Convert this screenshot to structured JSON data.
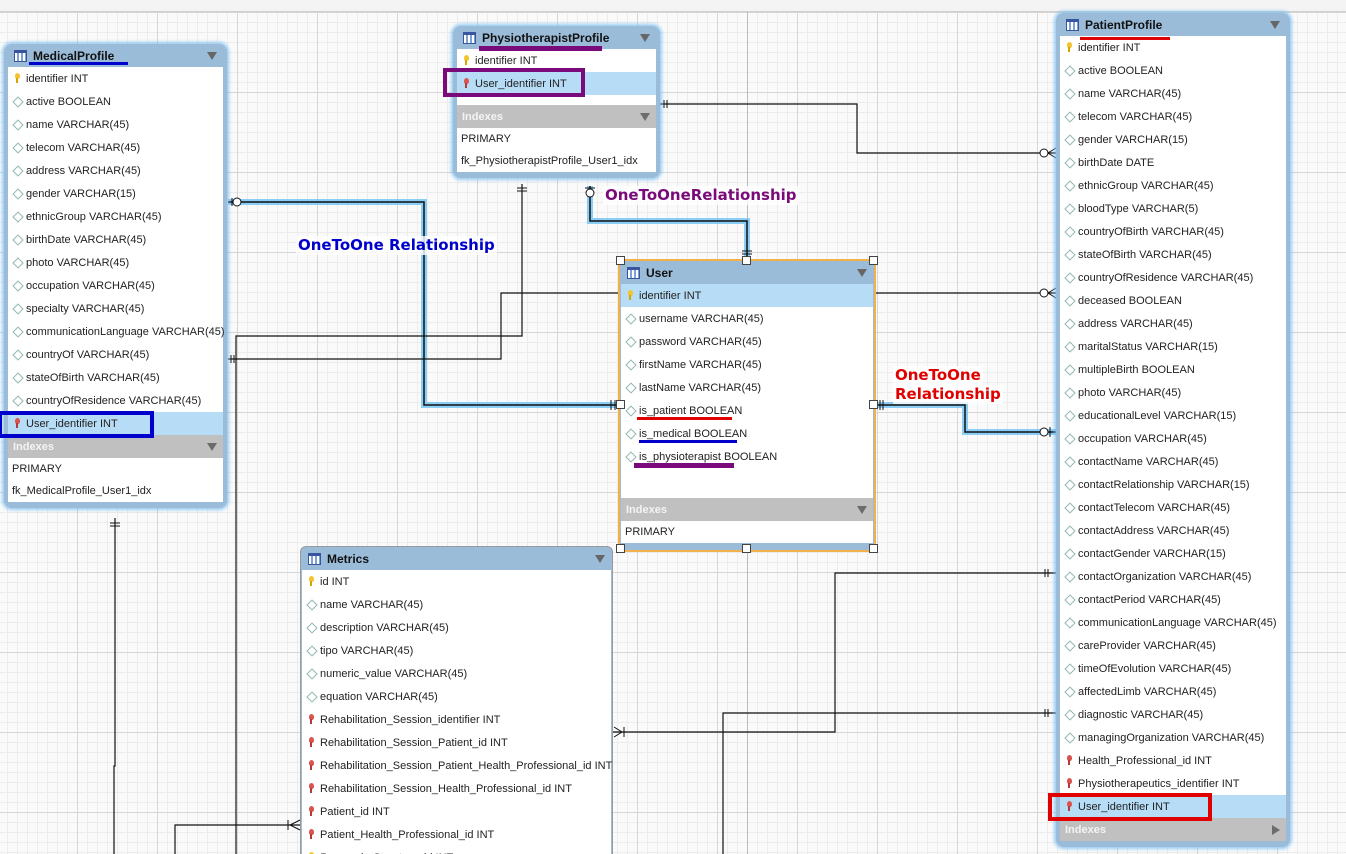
{
  "diagram": {
    "tables": {
      "medical": {
        "title": "MedicalProfile",
        "columns": [
          {
            "icon": "pk",
            "text": "identifier INT"
          },
          {
            "icon": "diamond",
            "text": "active BOOLEAN"
          },
          {
            "icon": "diamond",
            "text": "name VARCHAR(45)"
          },
          {
            "icon": "diamond",
            "text": "telecom VARCHAR(45)"
          },
          {
            "icon": "diamond",
            "text": "address VARCHAR(45)"
          },
          {
            "icon": "diamond",
            "text": "gender VARCHAR(15)"
          },
          {
            "icon": "diamond",
            "text": "ethnicGroup VARCHAR(45)"
          },
          {
            "icon": "diamond",
            "text": "birthDate VARCHAR(45)"
          },
          {
            "icon": "diamond",
            "text": "photo VARCHAR(45)"
          },
          {
            "icon": "diamond",
            "text": "occupation VARCHAR(45)"
          },
          {
            "icon": "diamond",
            "text": "specialty VARCHAR(45)"
          },
          {
            "icon": "diamond",
            "text": "communicationLanguage VARCHAR(45)"
          },
          {
            "icon": "diamond",
            "text": "countryOf VARCHAR(45)"
          },
          {
            "icon": "diamond",
            "text": "stateOfBirth VARCHAR(45)"
          },
          {
            "icon": "diamond",
            "text": "countryOfResidence VARCHAR(45)"
          },
          {
            "icon": "fk",
            "text": "User_identifier INT",
            "highlight": true
          }
        ],
        "indexes_label": "Indexes",
        "indexes": [
          "PRIMARY",
          "fk_MedicalProfile_User1_idx"
        ]
      },
      "physio": {
        "title": "PhysiotherapistProfile",
        "columns": [
          {
            "icon": "pk",
            "text": "identifier INT"
          },
          {
            "icon": "fk",
            "text": "User_identifier INT",
            "highlight": true
          }
        ],
        "indexes_label": "Indexes",
        "indexes": [
          "PRIMARY",
          "fk_PhysiotherapistProfile_User1_idx"
        ]
      },
      "user": {
        "title": "User",
        "columns": [
          {
            "icon": "pk",
            "text": "identifier INT",
            "highlight": true
          },
          {
            "icon": "diamond",
            "text": "username VARCHAR(45)"
          },
          {
            "icon": "diamond",
            "text": "password VARCHAR(45)"
          },
          {
            "icon": "diamond",
            "text": "firstName VARCHAR(45)"
          },
          {
            "icon": "diamond",
            "text": "lastName VARCHAR(45)"
          },
          {
            "icon": "diamond",
            "text": "is_patient BOOLEAN"
          },
          {
            "icon": "diamond",
            "text": "is_medical BOOLEAN"
          },
          {
            "icon": "diamond",
            "text": "is_physioterapist BOOLEAN"
          }
        ],
        "indexes_label": "Indexes",
        "indexes": [
          "PRIMARY"
        ]
      },
      "metrics": {
        "title": "Metrics",
        "columns": [
          {
            "icon": "pk",
            "text": "id INT"
          },
          {
            "icon": "diamond",
            "text": "name VARCHAR(45)"
          },
          {
            "icon": "diamond",
            "text": "description VARCHAR(45)"
          },
          {
            "icon": "diamond",
            "text": "tipo VARCHAR(45)"
          },
          {
            "icon": "diamond",
            "text": "numeric_value VARCHAR(45)"
          },
          {
            "icon": "diamond",
            "text": "equation VARCHAR(45)"
          },
          {
            "icon": "fk",
            "text": "Rehabilitation_Session_identifier INT"
          },
          {
            "icon": "fk",
            "text": "Rehabilitation_Session_Patient_id INT"
          },
          {
            "icon": "fk",
            "text": "Rehabilitation_Session_Patient_Health_Professional_id INT"
          },
          {
            "icon": "fk",
            "text": "Rehabilitation_Session_Health_Professional_id INT"
          },
          {
            "icon": "fk",
            "text": "Patient_id INT"
          },
          {
            "icon": "fk",
            "text": "Patient_Health_Professional_id INT"
          },
          {
            "icon": "pk",
            "text": "Research_Structure_id INT"
          }
        ]
      },
      "patient": {
        "title": "PatientProfile",
        "columns": [
          {
            "icon": "pk",
            "text": "identifier INT"
          },
          {
            "icon": "diamond",
            "text": "active BOOLEAN"
          },
          {
            "icon": "diamond",
            "text": "name VARCHAR(45)"
          },
          {
            "icon": "diamond",
            "text": "telecom VARCHAR(45)"
          },
          {
            "icon": "diamond",
            "text": "gender VARCHAR(15)"
          },
          {
            "icon": "diamond",
            "text": "birthDate DATE"
          },
          {
            "icon": "diamond",
            "text": "ethnicGroup VARCHAR(45)"
          },
          {
            "icon": "diamond",
            "text": "bloodType VARCHAR(5)"
          },
          {
            "icon": "diamond",
            "text": "countryOfBirth VARCHAR(45)"
          },
          {
            "icon": "diamond",
            "text": "stateOfBirth VARCHAR(45)"
          },
          {
            "icon": "diamond",
            "text": "countryOfResidence VARCHAR(45)"
          },
          {
            "icon": "diamond",
            "text": "deceased BOOLEAN"
          },
          {
            "icon": "diamond",
            "text": "address VARCHAR(45)"
          },
          {
            "icon": "diamond",
            "text": "maritalStatus VARCHAR(15)"
          },
          {
            "icon": "diamond",
            "text": "multipleBirth BOOLEAN"
          },
          {
            "icon": "diamond",
            "text": "photo VARCHAR(45)"
          },
          {
            "icon": "diamond",
            "text": "educationalLevel VARCHAR(15)"
          },
          {
            "icon": "diamond",
            "text": "occupation VARCHAR(45)"
          },
          {
            "icon": "diamond",
            "text": "contactName VARCHAR(45)"
          },
          {
            "icon": "diamond",
            "text": "contactRelationship VARCHAR(15)"
          },
          {
            "icon": "diamond",
            "text": "contactTelecom VARCHAR(45)"
          },
          {
            "icon": "diamond",
            "text": "contactAddress VARCHAR(45)"
          },
          {
            "icon": "diamond",
            "text": "contactGender VARCHAR(15)"
          },
          {
            "icon": "diamond",
            "text": "contactOrganization VARCHAR(45)"
          },
          {
            "icon": "diamond",
            "text": "contactPeriod VARCHAR(45)"
          },
          {
            "icon": "diamond",
            "text": "communicationLanguage VARCHAR(45)"
          },
          {
            "icon": "diamond",
            "text": "careProvider VARCHAR(45)"
          },
          {
            "icon": "diamond",
            "text": "timeOfEvolution VARCHAR(45)"
          },
          {
            "icon": "diamond",
            "text": "affectedLimb VARCHAR(45)"
          },
          {
            "icon": "diamond",
            "text": "diagnostic VARCHAR(45)"
          },
          {
            "icon": "diamond",
            "text": "managingOrganization VARCHAR(45)"
          },
          {
            "icon": "fk",
            "text": "Health_Professional_id INT"
          },
          {
            "icon": "fk",
            "text": "Physiotherapeutics_identifier INT"
          },
          {
            "icon": "fk",
            "text": "User_identifier INT",
            "highlight": true
          }
        ],
        "indexes_label": "Indexes"
      }
    },
    "labels": {
      "medical_rel": "OneToOne Relationship",
      "physio_rel": "OneToOneRelationship",
      "patient_rel_line1": "OneToOne",
      "patient_rel_line2": "Relationship"
    },
    "colors": {
      "medical": "#0000cc",
      "physio": "#7a0a7a",
      "patient": "#e00000",
      "selection": "#f3b04b",
      "header": "#9bbcd9",
      "row_highlight": "#b7dcf6"
    }
  }
}
